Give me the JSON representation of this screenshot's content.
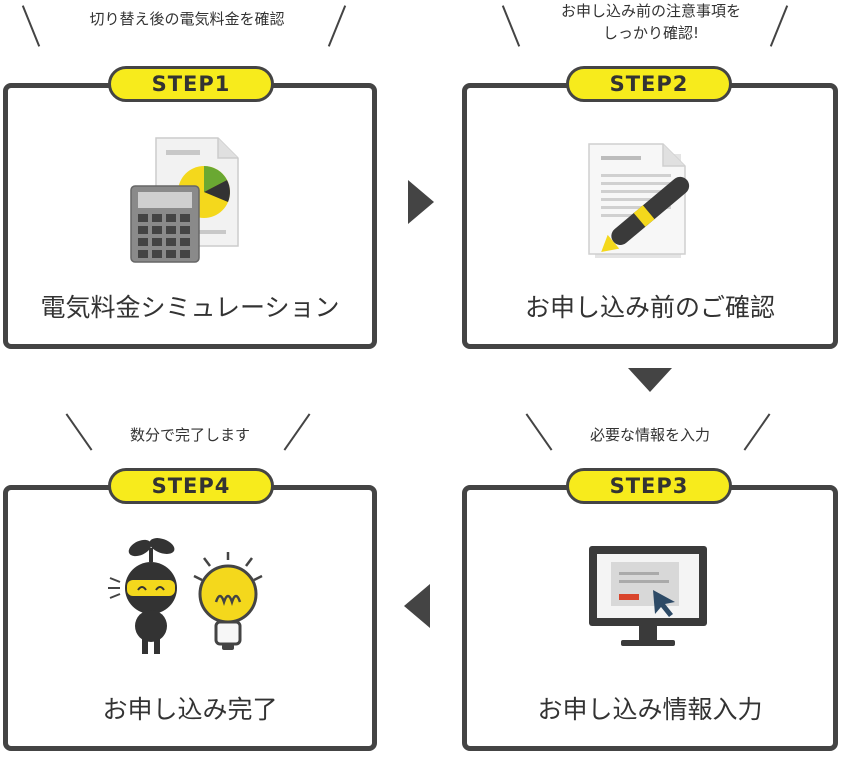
{
  "steps": [
    {
      "step": "STEP1",
      "caption": "切り替え後の電気料金を確認",
      "title": "電気料金シミュレーション"
    },
    {
      "step": "STEP2",
      "caption_line1": "お申し込み前の注意事項を",
      "caption_line2": "しっかり確認!",
      "title": "お申し込み前のご確認"
    },
    {
      "step": "STEP3",
      "caption": "必要な情報を入力",
      "title": "お申し込み情報入力"
    },
    {
      "step": "STEP4",
      "caption": "数分で完了します",
      "title": "お申し込み完了"
    }
  ],
  "colors": {
    "accent": "#f7eb1c",
    "border": "#444444",
    "arrow": "#444444"
  },
  "icons": [
    "calculator-chart-icon",
    "document-pen-icon",
    "monitor-cursor-icon",
    "mascot-bulb-icon"
  ]
}
